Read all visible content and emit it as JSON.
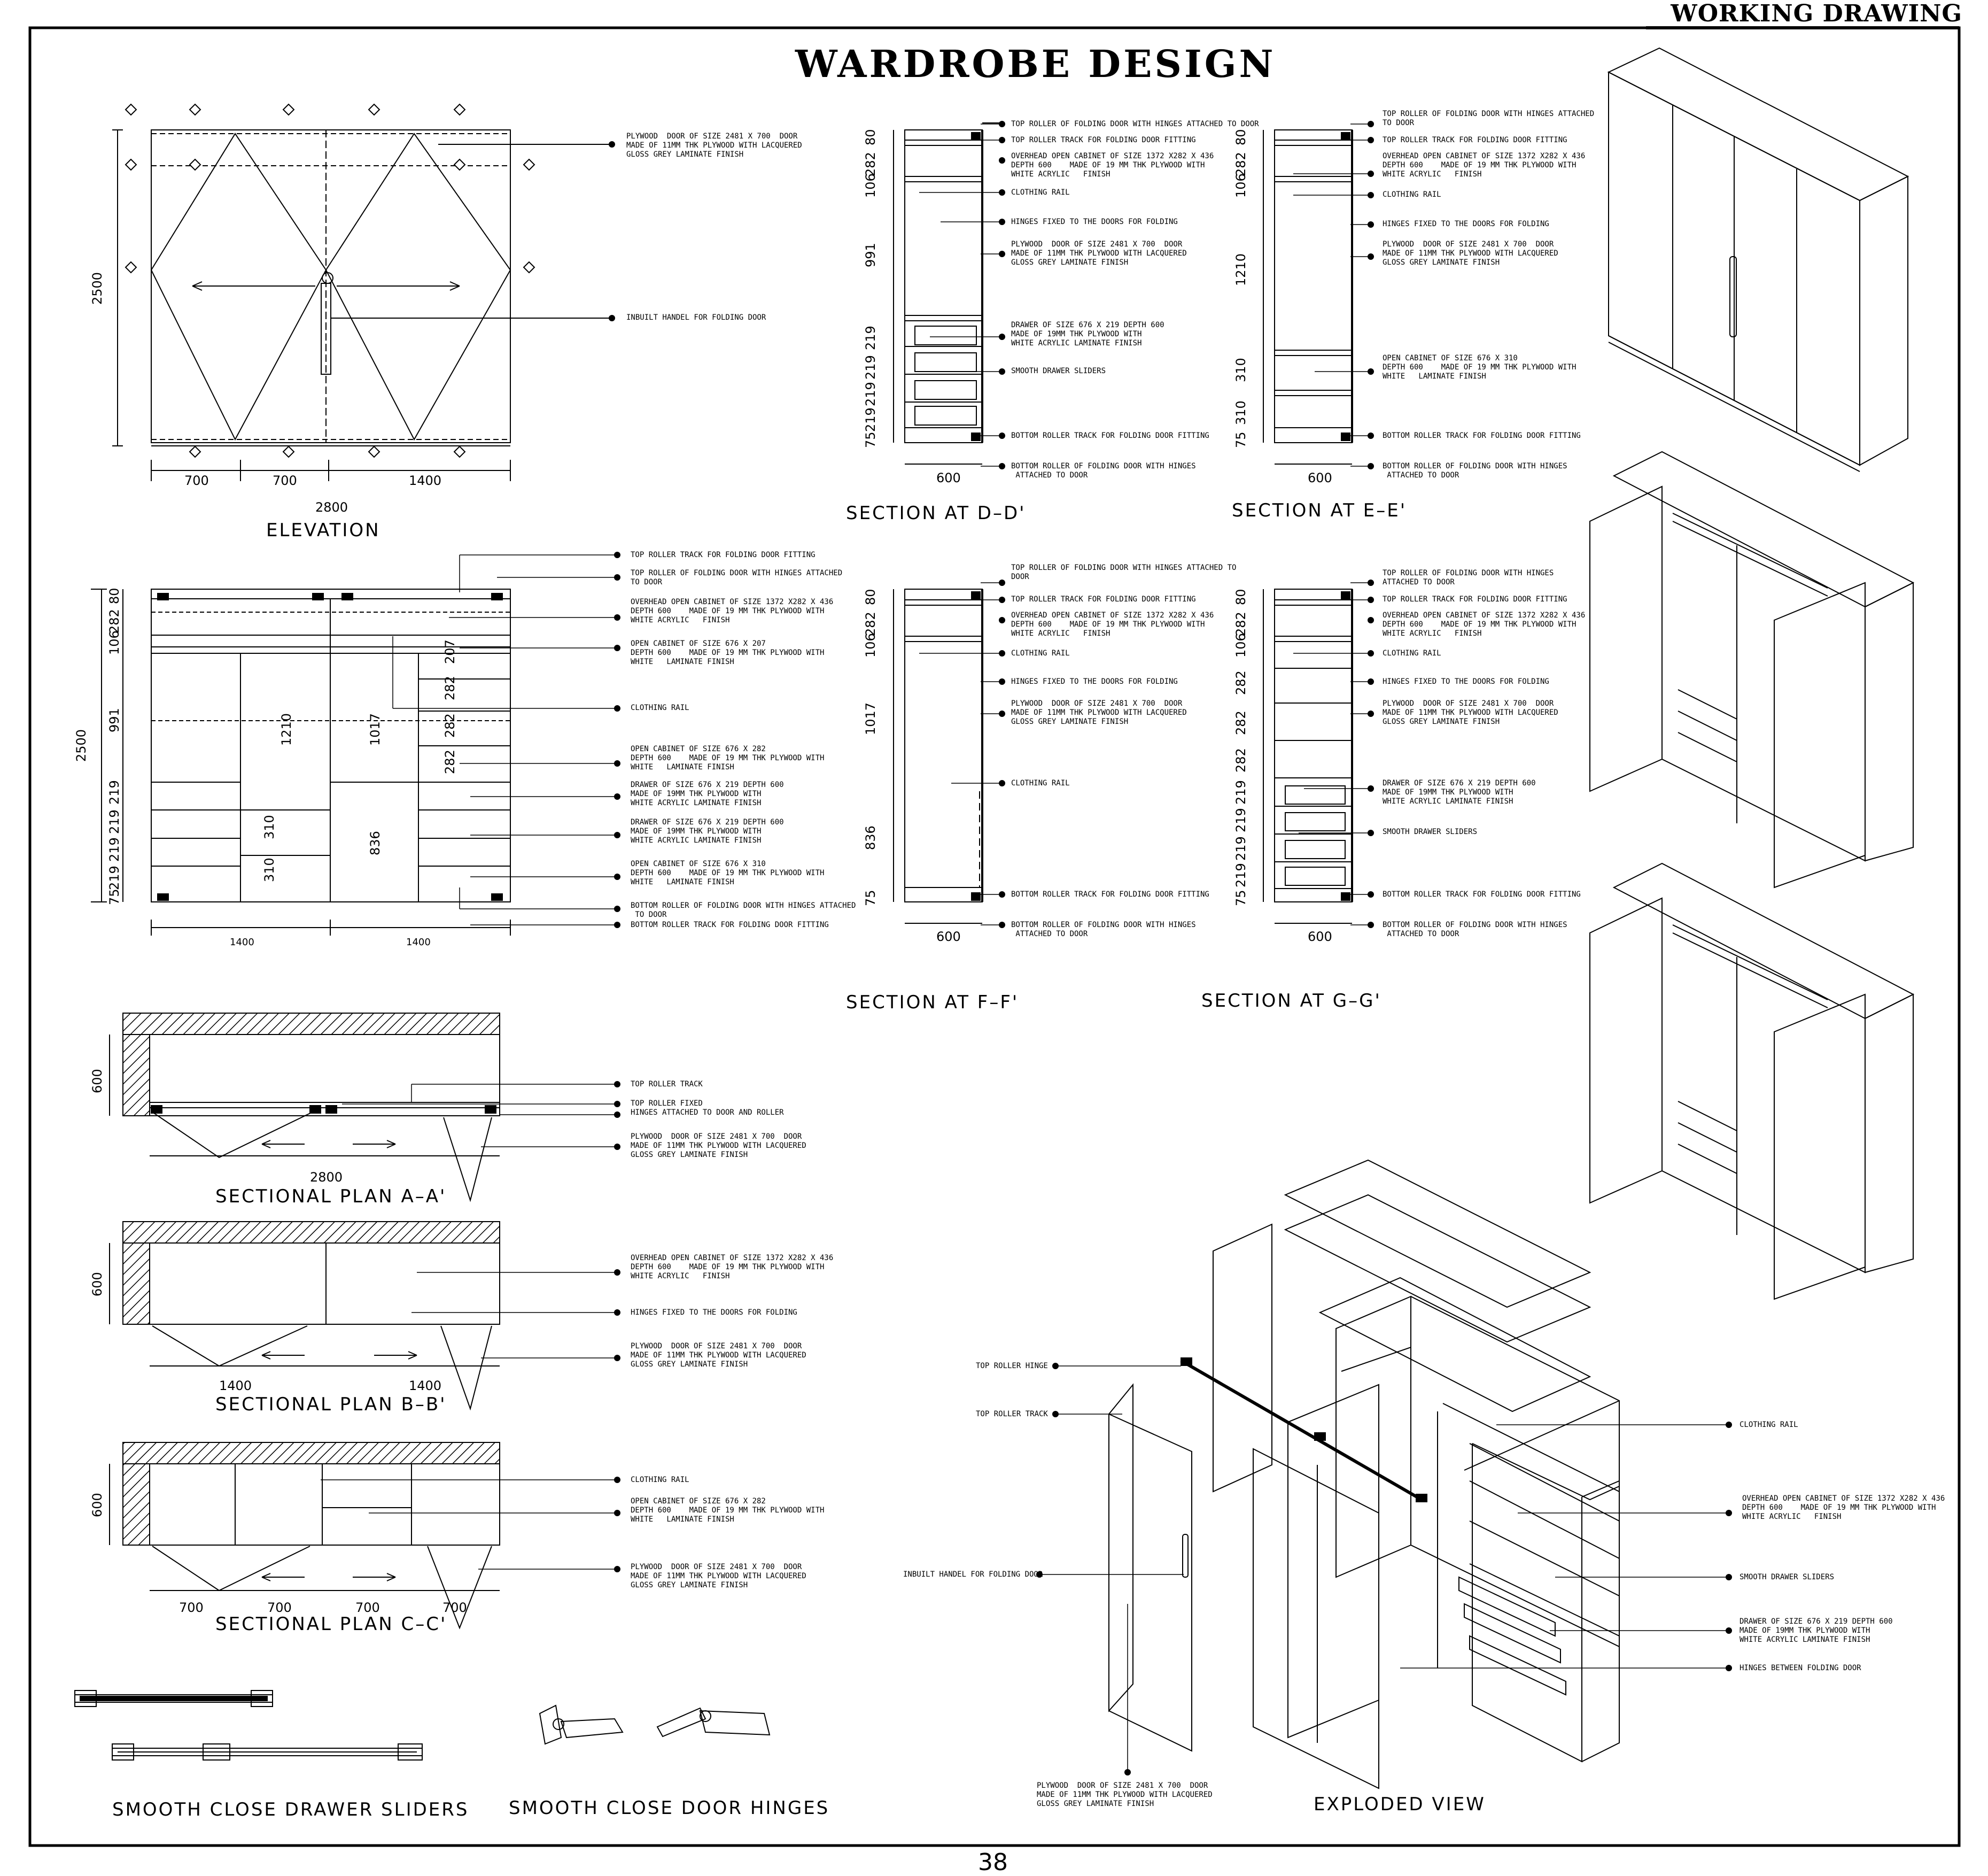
{
  "header": {
    "stamp": "WORKING DRAWING",
    "title": "WARDROBE DESIGN",
    "page_number": "38"
  },
  "captions": {
    "elevation": "ELEVATION",
    "sec_dd": "SECTION AT D–D'",
    "sec_ee": "SECTION AT E–E'",
    "sec_ff": "SECTION AT F–F'",
    "sec_gg": "SECTION AT G–G'",
    "plan_aa": "SECTIONAL PLAN A–A'",
    "plan_bb": "SECTIONAL PLAN B–B'",
    "plan_cc": "SECTIONAL PLAN C–C'",
    "sliders": "SMOOTH CLOSE DRAWER SLIDERS",
    "hinges": "SMOOTH CLOSE DOOR HINGES",
    "exploded": "EXPLODED VIEW"
  },
  "labels": {
    "door": "PLYWOOD  DOOR OF SIZE 2481 X 700  DOOR\nMADE OF 11MM THK PLYWOOD WITH LACQUERED\nGLOSS GREY LAMINATE FINISH",
    "handle": "INBUILT HANDEL FOR FOLDING DOOR",
    "top_track": "TOP ROLLER TRACK FOR FOLDING DOOR FITTING",
    "top_roller": "TOP ROLLER OF FOLDING DOOR WITH HINGES ATTACHED\nTO DOOR",
    "top_roller_one": "TOP ROLLER OF FOLDING DOOR WITH HINGES ATTACHED TO DOOR",
    "top_roller_dd": "TOP ROLLER OF FOLDING DOOR WITH HINGES ATTACHED TO\nDOOR",
    "top_roller_short": "TOP ROLLER OF FOLDING DOOR WITH HINGES\nATTACHED TO DOOR",
    "overhead": "OVERHEAD OPEN CABINET OF SIZE 1372 X282 X 436\nDEPTH 600    MADE OF 19 MM THK PLYWOOD WITH\nWHITE ACRYLIC   FINISH",
    "open207": "OPEN CABINET OF SIZE 676 X 207\nDEPTH 600    MADE OF 19 MM THK PLYWOOD WITH\nWHITE   LAMINATE FINISH",
    "rail": "CLOTHING RAIL",
    "open282": "OPEN CABINET OF SIZE 676 X 282\nDEPTH 600    MADE OF 19 MM THK PLYWOOD WITH\nWHITE   LAMINATE FINISH",
    "drawer": "DRAWER OF SIZE 676 X 219 DEPTH 600\nMADE OF 19MM THK PLYWOOD WITH\nWHITE ACRYLIC LAMINATE FINISH",
    "drawer2": "DRAWER OF SIZE 676 X 219 DEPTH 600\nMADE OF 19MM THK PLYWOOD WITH\nWHITE ACRYLIC LAMINATE FINISH",
    "drawer_exp": "DRAWER OF SIZE 676 X 219 DEPTH 600\nMADE OF 19MM THK PLYWOOD WITH\nWHITE ACRYLIC LAMINATE FINISH",
    "open310": "OPEN CABINET OF SIZE 676 X 310\nDEPTH 600    MADE OF 19 MM THK PLYWOOD WITH\nWHITE   LAMINATE FINISH",
    "bottom_roller_elev": "BOTTOM ROLLER OF FOLDING DOOR WITH HINGES ATTACHED\n TO DOOR",
    "bottom_track": "BOTTOM ROLLER TRACK FOR FOLDING DOOR FITTING",
    "bottom_roller": "BOTTOM ROLLER OF FOLDING DOOR WITH HINGES\n ATTACHED TO DOOR",
    "hinges_fixed": "HINGES FIXED TO THE DOORS FOR FOLDING",
    "sliders": "SMOOTH DRAWER SLIDERS",
    "open310_ee": "OPEN CABINET OF SIZE 676 X 310\nDEPTH 600    MADE OF 19 MM THK PLYWOOD WITH\nWHITE   LAMINATE FINISH",
    "plan_top_track": "TOP ROLLER TRACK",
    "plan_top_fixed": "TOP ROLLER FIXED\nHINGES ATTACHED TO DOOR AND ROLLER",
    "exp_top_hinge": "TOP ROLLER HINGE",
    "exp_top_track": "TOP ROLLER TRACK",
    "exp_hinges_between": "HINGES BETWEEN FOLDING DOOR"
  },
  "dims": {
    "h2500": "2500",
    "w700": "700",
    "w1400": "1400",
    "w2800": "2800",
    "d600": "600",
    "v80": "80",
    "v282": "282",
    "v106": "106",
    "v991": "991",
    "v219": "219",
    "v75": "75",
    "v1210": "1210",
    "v310": "310",
    "v207": "207",
    "v1017": "1017",
    "v836": "836"
  }
}
